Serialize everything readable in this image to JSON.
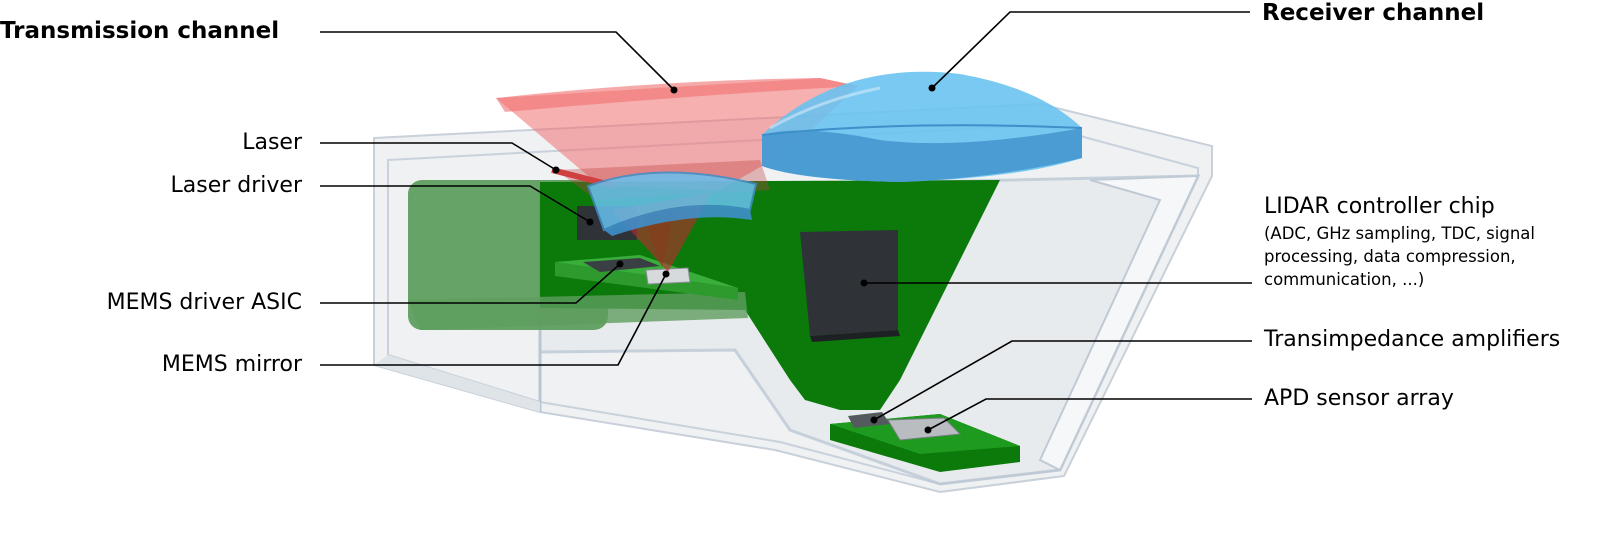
{
  "labels": {
    "transmission_channel": "Transmission channel",
    "receiver_channel": "Receiver channel",
    "laser": "Laser",
    "laser_driver": "Laser driver",
    "mems_driver_asic": "MEMS driver ASIC",
    "mems_mirror": "MEMS mirror",
    "lidar_controller_chip": "LIDAR controller chip",
    "lidar_controller_line1": "(ADC, GHz sampling, TDC, signal",
    "lidar_controller_line2": "processing, data compression,",
    "lidar_controller_line3": "communication, ...)",
    "transimpedance_amplifiers": "Transimpedance amplifiers",
    "apd_sensor_array": "APD sensor array"
  },
  "colors": {
    "housing_fill": "#e8ebee",
    "housing_edge": "#b9c6d3",
    "pcb_green": "#0b7a0b",
    "pcb_light": "#5e9e5e",
    "chip_dark": "#2f3338",
    "lens_blue": "#67c2f0",
    "lens_blue_dark": "#3f8fca",
    "laser_red": "#f07070",
    "beam_red": "#c0282e"
  }
}
